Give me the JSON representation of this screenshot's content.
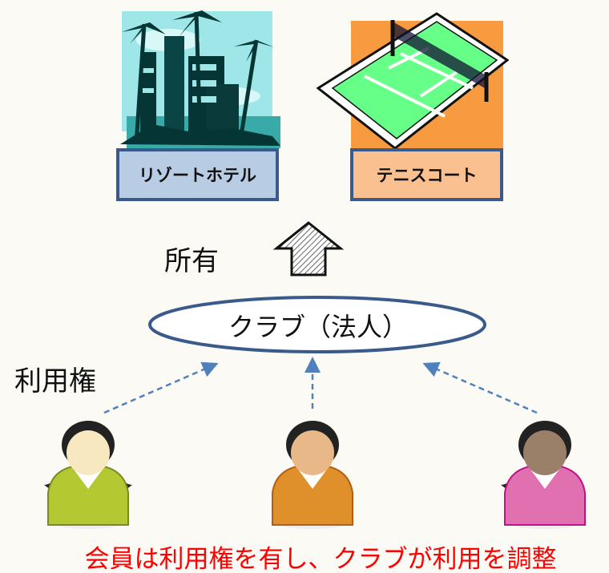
{
  "facilities": [
    {
      "label": "リゾートホテル",
      "icon": "resort-hotel-icon",
      "box_color": "#b8cce4"
    },
    {
      "label": "テニスコート",
      "icon": "tennis-court-icon",
      "box_color": "#fac090"
    }
  ],
  "ownership_label": "所有",
  "club_label": "クラブ（法人）",
  "usage_rights_label": "利用権",
  "caption": "会員は利用権を有し、クラブが利用を調整",
  "colors": {
    "arrow": "#4f81bd",
    "caption": "#ff0000",
    "border": "#3a5a8c"
  }
}
